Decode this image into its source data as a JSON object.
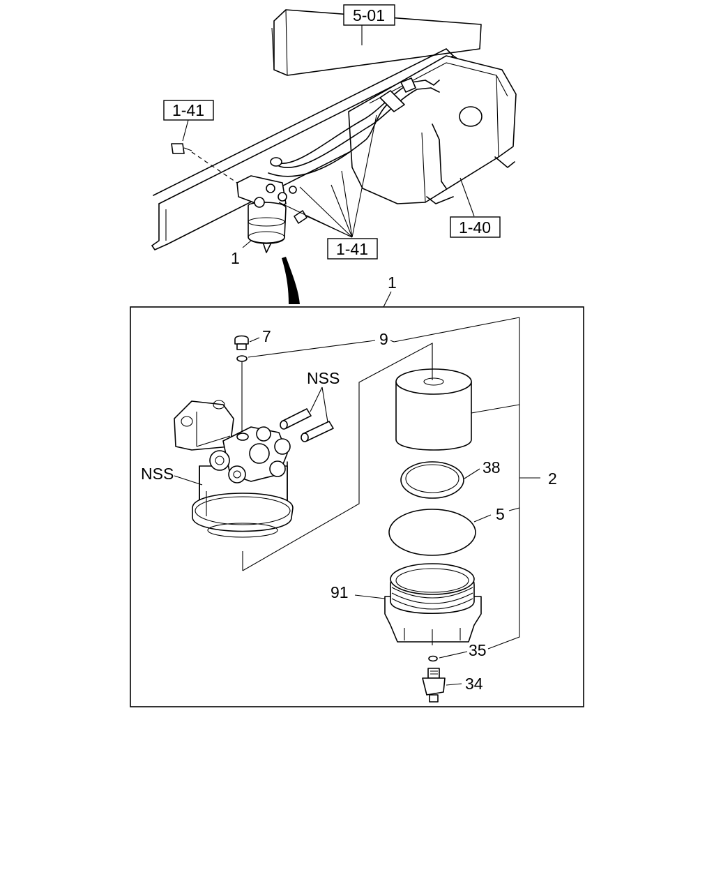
{
  "ref_boxes": {
    "top": "5-01",
    "left_bolt": "1-41",
    "tank": "1-40",
    "lower_callout": "1-41"
  },
  "callouts": {
    "assembly_overview": "1",
    "assembly_detail": "1",
    "kit": "2",
    "plug": "7",
    "washer": "9",
    "nss_nipples": "NSS",
    "nss_head": "NSS",
    "seal_ring": "38",
    "o_ring": "5",
    "bowl": "91",
    "washer_drain": "35",
    "drain_valve": "34"
  }
}
